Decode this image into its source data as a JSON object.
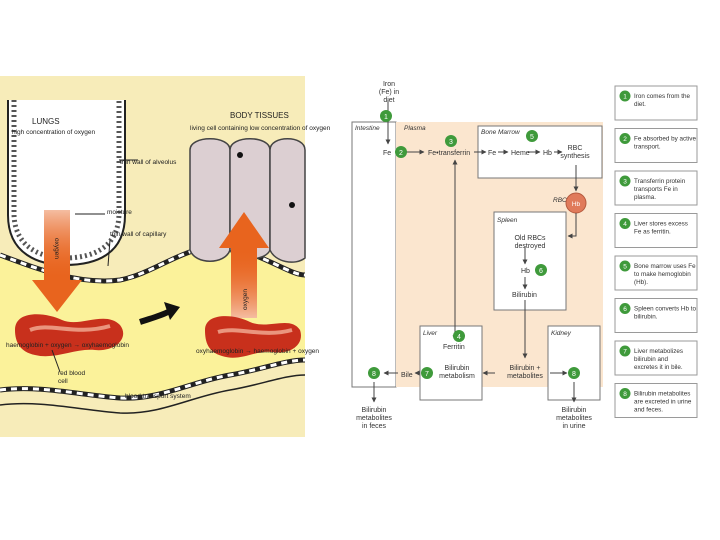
{
  "left": {
    "lungs_title": "LUNGS",
    "lungs_sub": "high concentration of oxygen",
    "alveolus_label": "thin wall of alveolus",
    "moisture_label": "moisture",
    "capillary_label": "thin wall of capillary",
    "oxygen_down": "oxygen",
    "oxygen_up": "oxygen",
    "tissues_title": "BODY TISSUES",
    "tissues_sub": "living cell containing low concentration of oxygen",
    "equation_left": "haemoglobin + oxygen → oxyhaemoglobin",
    "equation_right": "oxyhaemoglobin → haemoglobin + oxygen",
    "rbc_label": "red blood cell",
    "transport_label": "blood transport system",
    "colors": {
      "plasma": "#fbf29a",
      "cell": "#dccfd2",
      "rbc": "#c8301c",
      "arrow": "#e8641e"
    }
  },
  "right": {
    "diet_label": "Iron (Fe) in diet",
    "intestine_label": "Intestine",
    "plasma_label": "Plasma",
    "bone_marrow_label": "Bone Marrow",
    "fe_intestine": "Fe",
    "fe_transferrin": "Fe•transferrin",
    "fe_marrow": "Fe",
    "heme": "Heme",
    "hb_marrow": "Hb",
    "rbc_synthesis": "RBC synthesis",
    "rbc_tag": "RBC",
    "rbc_circle": "Hb",
    "spleen_label": "Spleen",
    "old_rbcs": "Old RBCs destroyed",
    "hb_spleen": "Hb",
    "bilirubin_spleen": "Bilirubin",
    "liver_label": "Liver",
    "ferritin": "Ferritin",
    "bilirubin_metabolism": "Bilirubin metabolism",
    "bile": "Bile",
    "bili_metabolites": "Bilirubin + metabolites",
    "kidney_label": "Kidney",
    "feces_out": "Bilirubin metabolites in feces",
    "urine_out": "Bilirubin metabolites in urine",
    "badges": [
      "1",
      "2",
      "3",
      "4",
      "5",
      "6",
      "7",
      "8"
    ],
    "steps": [
      {
        "num": "1",
        "text": "Iron comes from the diet."
      },
      {
        "num": "2",
        "text": "Fe absorbed by active transport."
      },
      {
        "num": "3",
        "text": "Transferrin protein transports Fe in plasma."
      },
      {
        "num": "4",
        "text": "Liver stores excess Fe as ferritin."
      },
      {
        "num": "5",
        "text": "Bone marrow uses Fe to make hemoglobin (Hb)."
      },
      {
        "num": "6",
        "text": "Spleen converts Hb to bilirubin."
      },
      {
        "num": "7",
        "text": "Liver metabolizes bilirubin and excretes it in bile."
      },
      {
        "num": "8",
        "text": "Bilirubin metabolites are excreted in urine and feces."
      }
    ],
    "colors": {
      "badge": "#3f9a3b",
      "plasma_bg": "#fbe6cf",
      "rbc_circle": "#e07a5a"
    }
  }
}
